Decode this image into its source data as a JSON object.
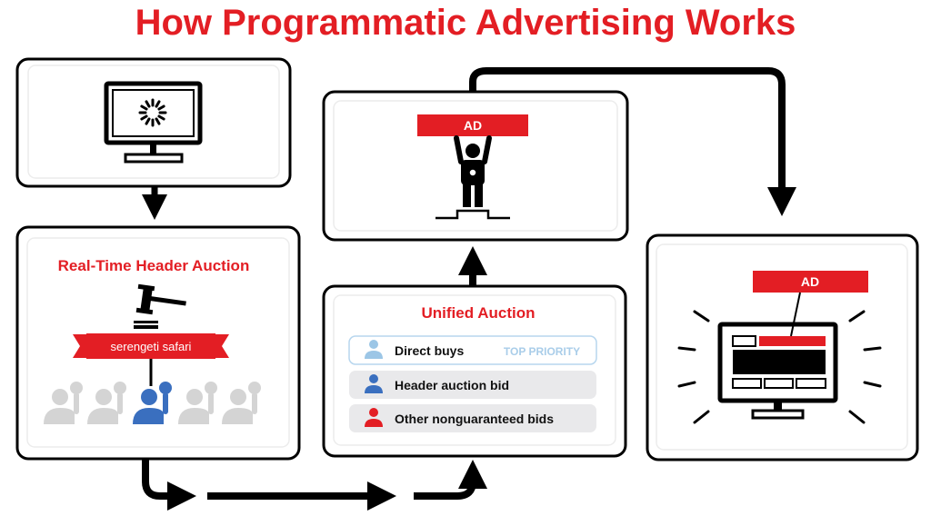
{
  "title": "How Programmatic Advertising Works",
  "colors": {
    "red": "#e31e24",
    "blue": "#3a6fbf",
    "light_blue": "#9cc6e6",
    "gray": "#d4d4d4"
  },
  "header_auction": {
    "title": "Real-Time Header Auction",
    "banner": "serengeti safari"
  },
  "winner": {
    "ad_label": "AD"
  },
  "unified_auction": {
    "title": "Unified Auction",
    "rows": [
      {
        "label": "Direct buys",
        "tag": "TOP PRIORITY"
      },
      {
        "label": "Header auction bid"
      },
      {
        "label": "Other nonguaranteed bids"
      }
    ]
  },
  "display": {
    "ad_label": "AD"
  }
}
